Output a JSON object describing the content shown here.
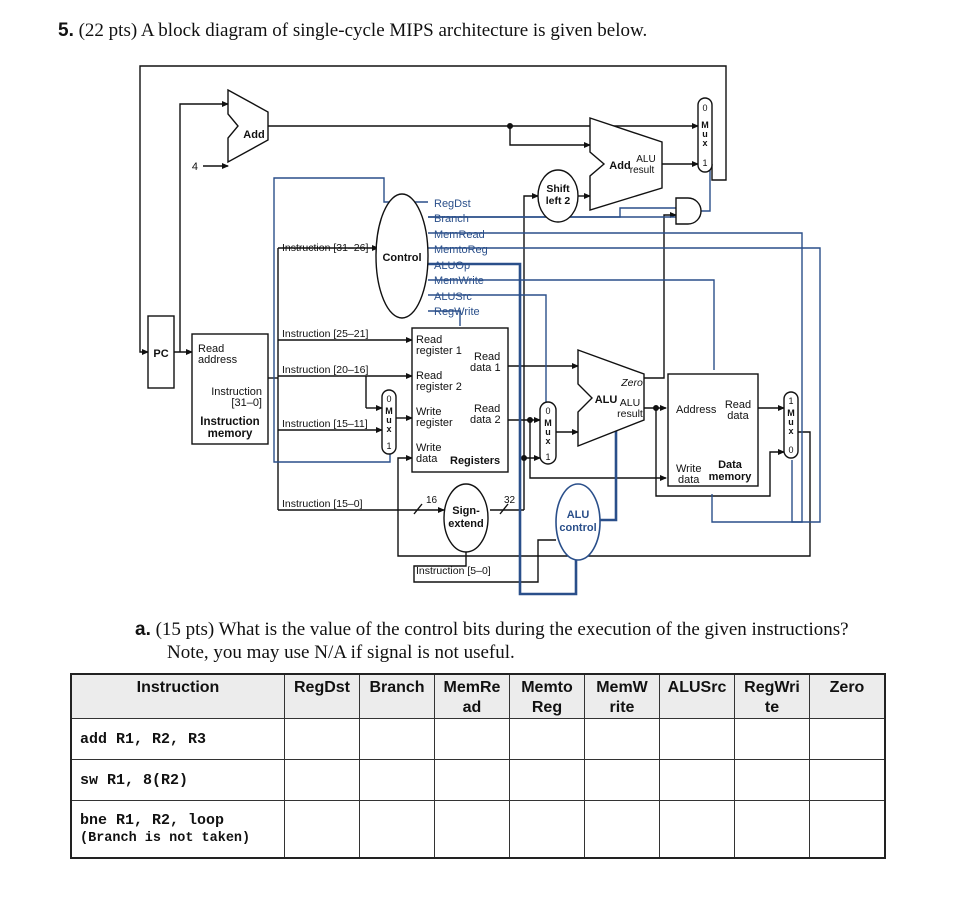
{
  "question": {
    "number": "5.",
    "text": "(22 pts) A block diagram of single-cycle MIPS architecture is given below."
  },
  "diagram": {
    "pc": "PC",
    "add_top": "Add",
    "four": "4",
    "add_branch": "Add",
    "alu_result_line1": "ALU",
    "alu_result_line2": "result",
    "shift_line1": "Shift",
    "shift_line2": "left 2",
    "control": "Control",
    "control_signals": [
      "RegDst",
      "Branch",
      "MemRead",
      "MemtoReg",
      "ALUOp",
      "MemWrite",
      "ALUSrc",
      "RegWrite"
    ],
    "instr_fields": {
      "i31_26": "Instruction [31–26]",
      "i25_21": "Instruction [25–21]",
      "i20_16": "Instruction [20–16]",
      "i15_11": "Instruction [15–11]",
      "i15_0": "Instruction [15–0]",
      "i5_0": "Instruction [5–0]"
    },
    "imem": {
      "read1": "Read",
      "read2": "address",
      "instr1": "Instruction",
      "instr2": "[31–0]",
      "name1": "Instruction",
      "name2": "memory"
    },
    "regs": {
      "rr1a": "Read",
      "rr1b": "register 1",
      "rd1a": "Read",
      "rd1b": "data 1",
      "rr2a": "Read",
      "rr2b": "register 2",
      "wra": "Write",
      "wrb": "register",
      "rd2a": "Read",
      "rd2b": "data 2",
      "wda": "Write",
      "wdb": "data",
      "name": "Registers"
    },
    "alu": {
      "label": "ALU",
      "zero": "Zero",
      "res1": "ALU",
      "res2": "result"
    },
    "dmem": {
      "address": "Address",
      "read1": "Read",
      "read2": "data",
      "write1": "Write",
      "write2": "data",
      "name1": "Data",
      "name2": "memory"
    },
    "sign_extend_line1": "Sign-",
    "sign_extend_line2": "extend",
    "bits_16": "16",
    "bits_32": "32",
    "alu_control_line1": "ALU",
    "alu_control_line2": "control",
    "mux_letters": [
      "M",
      "u",
      "x"
    ],
    "zero_bit": "0",
    "one_bit": "1"
  },
  "part_a": {
    "label": "a.",
    "line1": "(15 pts) What is the value of the control bits during the execution of the given instructions?",
    "line2": "Note, you may use N/A if signal is not useful."
  },
  "table": {
    "headers": [
      [
        "Instruction"
      ],
      [
        "RegDst"
      ],
      [
        "Branch"
      ],
      [
        "MemRe",
        "ad"
      ],
      [
        "Memto",
        "Reg"
      ],
      [
        "MemW",
        "rite"
      ],
      [
        "ALUSrc"
      ],
      [
        "RegWri",
        "te"
      ],
      [
        "Zero"
      ]
    ],
    "rows": [
      {
        "instruction": "add R1, R2, R3",
        "note": ""
      },
      {
        "instruction": "sw R1, 8(R2)",
        "note": ""
      },
      {
        "instruction": "bne R1, R2, loop",
        "note": "(Branch is not taken)"
      }
    ]
  }
}
